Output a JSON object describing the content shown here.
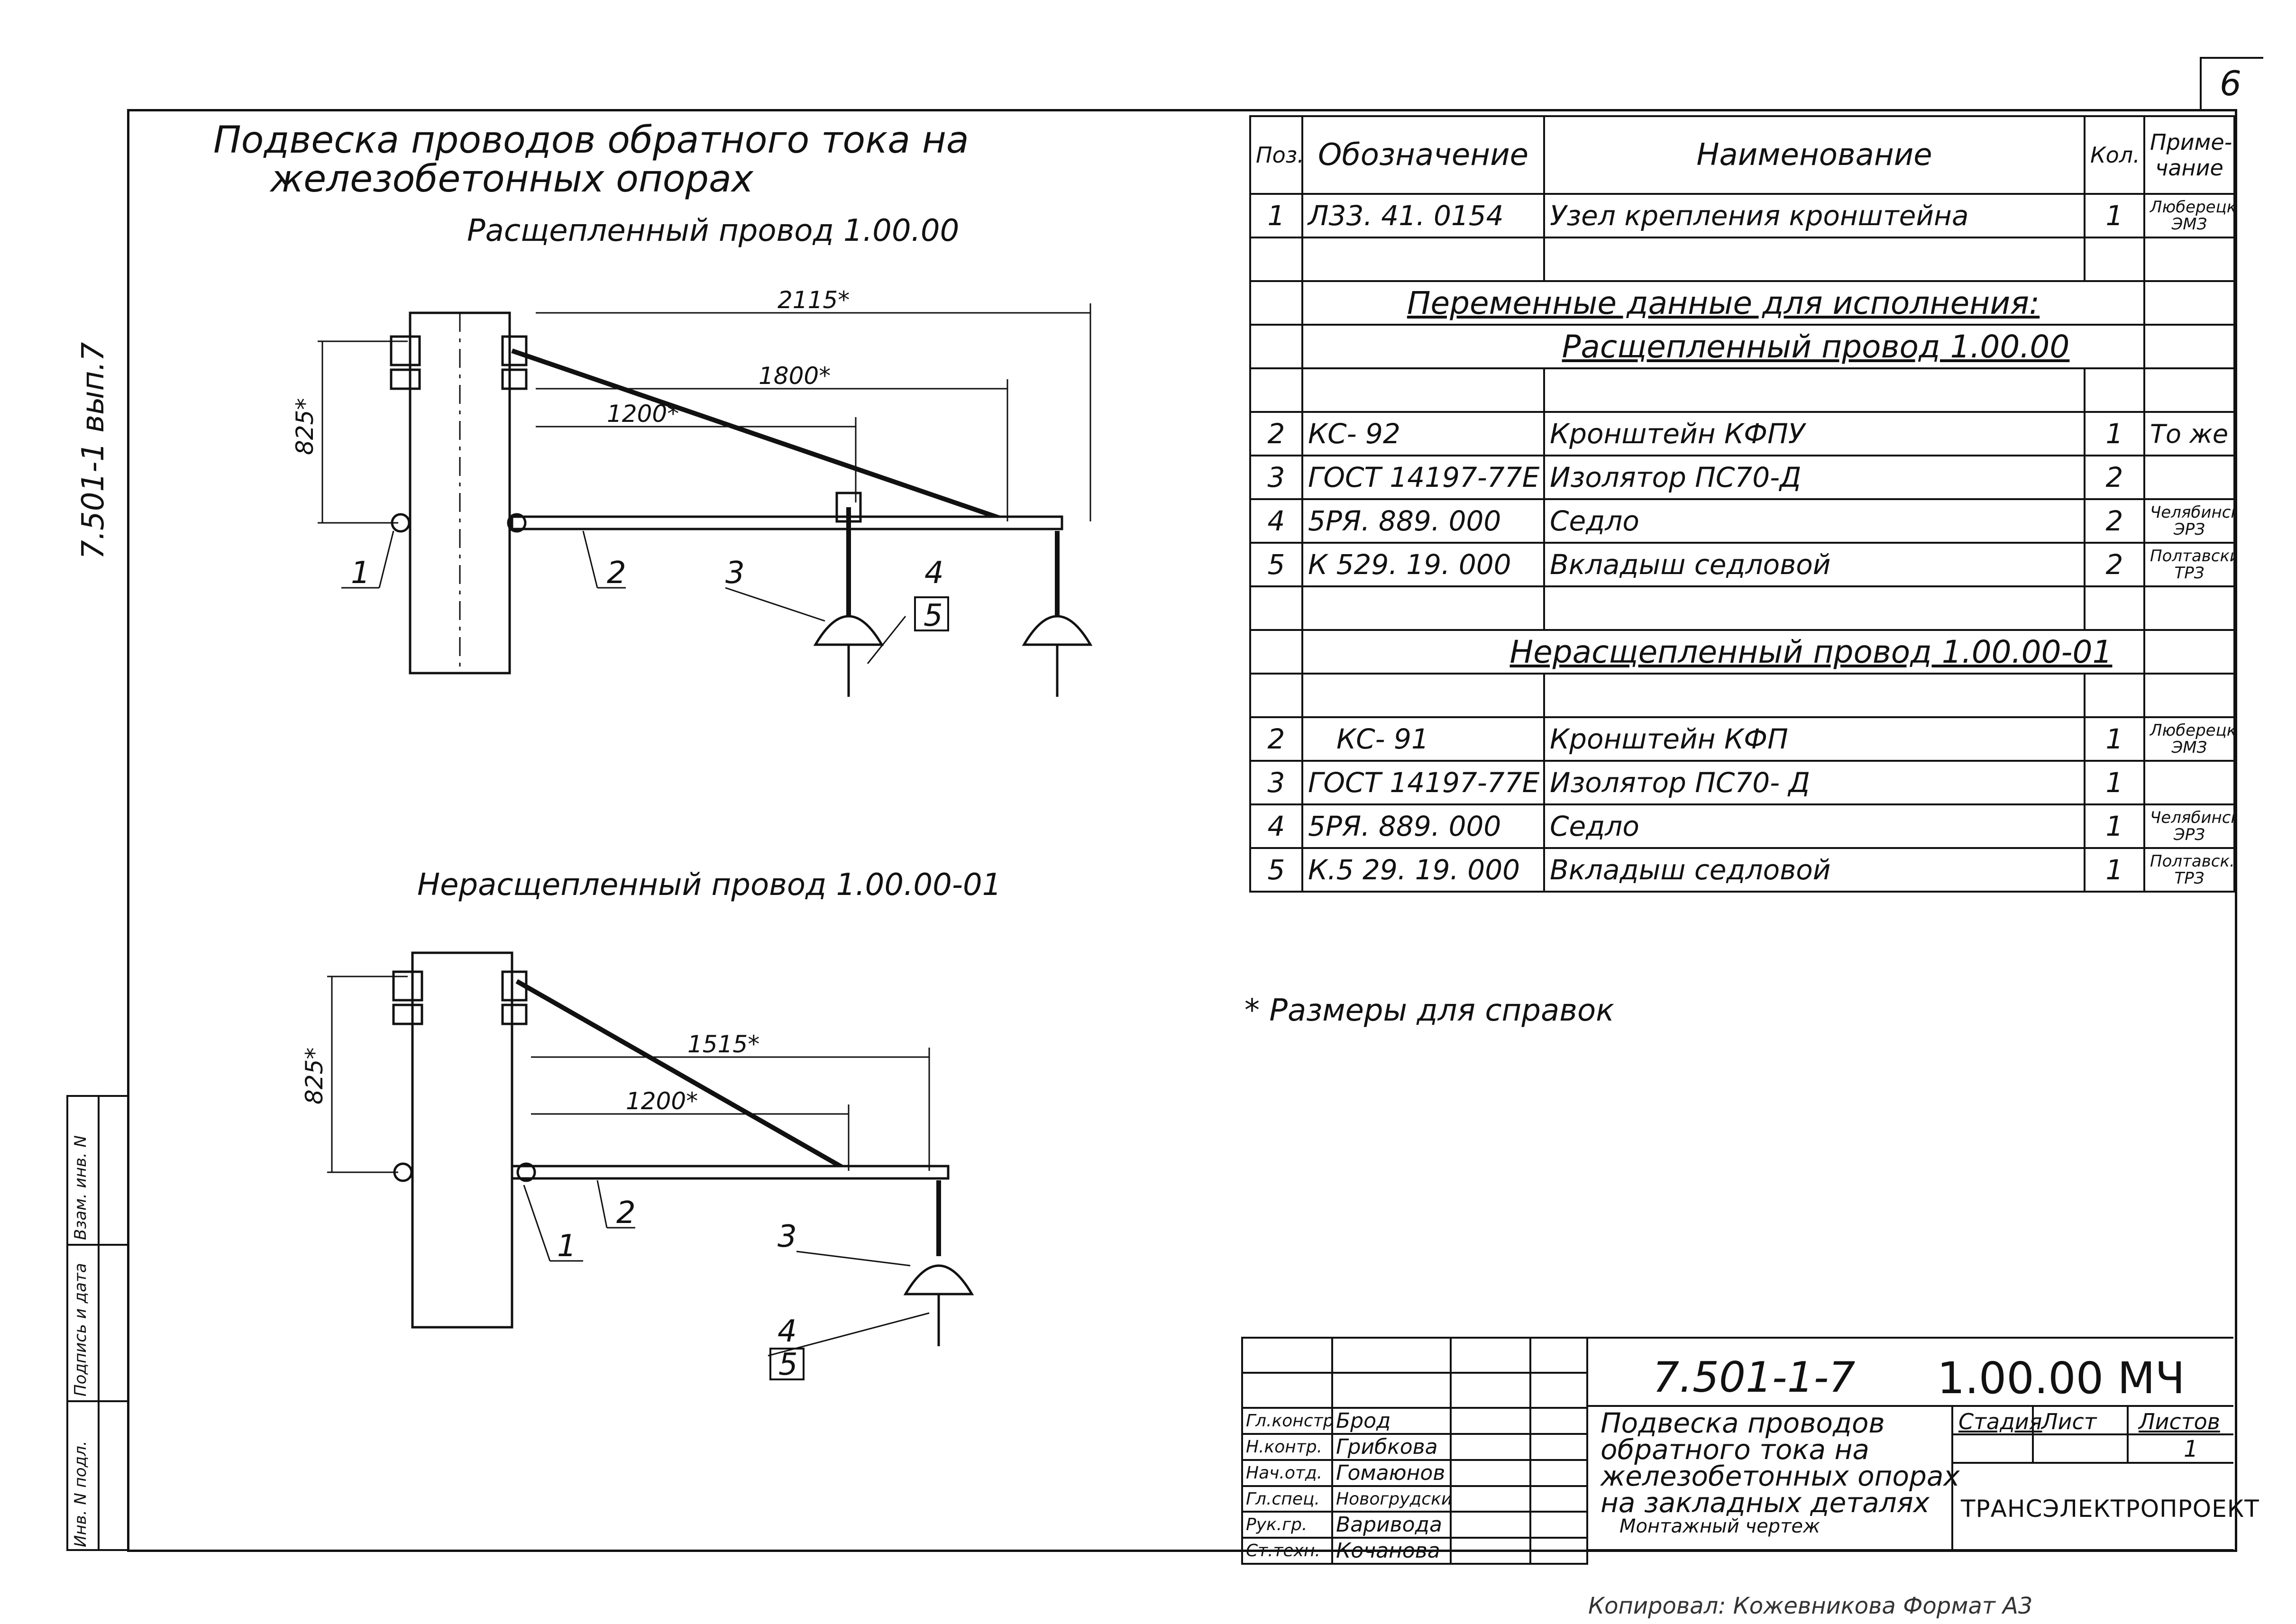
{
  "sheet_number": "6",
  "side_label": "7.501-1 вып.7",
  "title_line1": "Подвеска проводов обратного тока на",
  "title_line2": "железобетонных опорах",
  "view1": {
    "title": "Расщепленный провод 1.00.00",
    "dim_2115": "2115*",
    "dim_1800": "1800*",
    "dim_1200": "1200*",
    "dim_825": "825*",
    "callouts": [
      "1",
      "2",
      "3",
      "4",
      "5"
    ]
  },
  "view2": {
    "title": "Нерасщепленный провод 1.00.00-01",
    "dim_1515": "1515*",
    "dim_1200": "1200*",
    "dim_825": "825*",
    "callouts": [
      "1",
      "2",
      "3",
      "4",
      "5"
    ]
  },
  "spec_table": {
    "headers": {
      "pos": "Поз.",
      "designation": "Обозначение",
      "name": "Наименование",
      "qty": "Кол.",
      "note": "Приме- чание"
    },
    "row1": {
      "pos": "1",
      "designation": "Л33. 41. 0154",
      "name": "Узел крепления кронштейна",
      "qty": "1",
      "note": "Люберецк. ЭМЗ"
    },
    "section_variable": "Переменные данные для исполнения:",
    "section_split": "Расщепленный провод 1.00.00",
    "split_rows": [
      {
        "pos": "2",
        "designation": "КС- 92",
        "name": "Кронштейн КФПУ",
        "qty": "1",
        "note": "То же"
      },
      {
        "pos": "3",
        "designation": "ГОСТ 14197-77Е",
        "name": "Изолятор ПС70-Д",
        "qty": "2",
        "note": ""
      },
      {
        "pos": "4",
        "designation": "5РЯ. 889. 000",
        "name": "Седло",
        "qty": "2",
        "note": "Челябинский ЭРЗ"
      },
      {
        "pos": "5",
        "designation": "К 529. 19. 000",
        "name": "Вкладыш седловой",
        "qty": "2",
        "note": "Полтавский ТРЗ"
      }
    ],
    "section_unsplit": "Нерасщепленный провод 1.00.00-01",
    "unsplit_rows": [
      {
        "pos": "2",
        "designation": "КС- 91",
        "name": "Кронштейн КФП",
        "qty": "1",
        "note": "Люберецк. ЭМЗ"
      },
      {
        "pos": "3",
        "designation": "ГОСТ 14197-77Е",
        "name": "Изолятор ПС70- Д",
        "qty": "1",
        "note": ""
      },
      {
        "pos": "4",
        "designation": "5РЯ. 889. 000",
        "name": "Седло",
        "qty": "1",
        "note": "Челябинск. ЭРЗ"
      },
      {
        "pos": "5",
        "designation": "К.5 29. 19. 000",
        "name": "Вкладыш седловой",
        "qty": "1",
        "note": "Полтавск. ТРЗ"
      }
    ]
  },
  "footnote": "* Размеры для справок",
  "title_block": {
    "doc_code": "7.501-1-7",
    "doc_mark": "1.00.00 МЧ",
    "roles": [
      {
        "role": "Гл.констр.",
        "person": "Брод"
      },
      {
        "role": "Н.контр.",
        "person": "Грибкова"
      },
      {
        "role": "Нач.отд.",
        "person": "Гомаюнов"
      },
      {
        "role": "Гл.спец.",
        "person": "Новогрудский"
      },
      {
        "role": "Рук.гр.",
        "person": "Варивода"
      },
      {
        "role": "Ст.техн.",
        "person": "Кочанова"
      }
    ],
    "description_lines": [
      "Подвеска проводов",
      "обратного тока на",
      "железобетонных опорах",
      "на закладных деталях"
    ],
    "description_sub": "Монтажный чертеж",
    "stage_label": "Стадия",
    "sheet_label": "Лист",
    "sheets_label": "Листов",
    "sheets_value": "1",
    "organization": "ТРАНСЭЛЕКТРОПРОЕКТ"
  },
  "left_strip": {
    "labels": [
      "Инв. N подл.",
      "Подпись и дата",
      "Взам. инв. N"
    ]
  },
  "bottom_margin_text": "Копировал: Кожевникова    Формат А3"
}
